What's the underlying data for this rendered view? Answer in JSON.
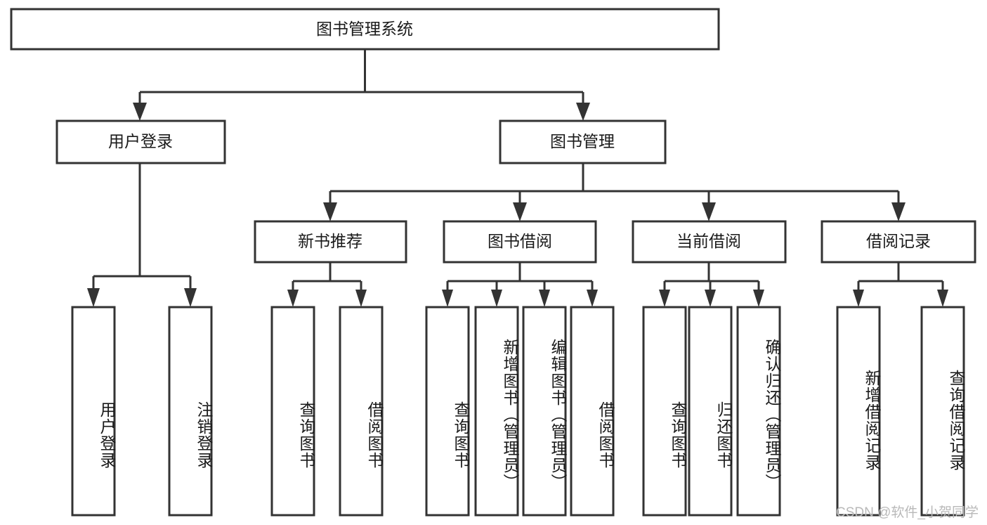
{
  "diagram": {
    "type": "tree-hierarchy",
    "title": "图书管理系统",
    "watermark": "CSDN @软件_小贺同学",
    "colors": {
      "box_stroke": "#333333",
      "box_fill": "#ffffff",
      "connector": "#333333",
      "text": "#1a1a1a",
      "watermark": "#b9b9b9",
      "background": "#ffffff"
    },
    "root": {
      "label": "图书管理系统",
      "orientation": "horizontal",
      "children": [
        {
          "label": "用户登录",
          "orientation": "horizontal",
          "children": [
            {
              "label": "用户登录",
              "orientation": "vertical",
              "children": []
            },
            {
              "label": "注销登录",
              "orientation": "vertical",
              "children": []
            }
          ]
        },
        {
          "label": "图书管理",
          "orientation": "horizontal",
          "children": [
            {
              "label": "新书推荐",
              "orientation": "horizontal",
              "children": [
                {
                  "label": "查询图书",
                  "orientation": "vertical",
                  "children": []
                },
                {
                  "label": "借阅图书",
                  "orientation": "vertical",
                  "children": []
                }
              ]
            },
            {
              "label": "图书借阅",
              "orientation": "horizontal",
              "children": [
                {
                  "label": "查询图书",
                  "orientation": "vertical",
                  "children": []
                },
                {
                  "label": "新增图书（管理员）",
                  "orientation": "vertical",
                  "children": []
                },
                {
                  "label": "编辑图书（管理员）",
                  "orientation": "vertical",
                  "children": []
                },
                {
                  "label": "借阅图书",
                  "orientation": "vertical",
                  "children": []
                }
              ]
            },
            {
              "label": "当前借阅",
              "orientation": "horizontal",
              "children": [
                {
                  "label": "查询图书",
                  "orientation": "vertical",
                  "children": []
                },
                {
                  "label": "归还图书",
                  "orientation": "vertical",
                  "children": []
                },
                {
                  "label": "确认归还（管理员）",
                  "orientation": "vertical",
                  "children": []
                }
              ]
            },
            {
              "label": "借阅记录",
              "orientation": "horizontal",
              "children": [
                {
                  "label": "新增借阅记录",
                  "orientation": "vertical",
                  "children": []
                },
                {
                  "label": "查询借阅记录",
                  "orientation": "vertical",
                  "children": []
                }
              ]
            }
          ]
        }
      ]
    },
    "nodes": {
      "root_title": "图书管理系统",
      "l1_user_login": "用户登录",
      "l1_book_mgmt": "图书管理",
      "l2_new_book_rec": "新书推荐",
      "l2_book_borrow": "图书借阅",
      "l2_current_borrow": "当前借阅",
      "l2_borrow_record": "借阅记录",
      "leaf_user_login": "用户登录",
      "leaf_logout": "注销登录",
      "leaf_rec_query_book": "查询图书",
      "leaf_rec_borrow_book": "借阅图书",
      "leaf_borrow_query_book": "查询图书",
      "leaf_borrow_add_book": "新增图书（管理员）",
      "leaf_borrow_edit_book": "编辑图书（管理员）",
      "leaf_borrow_borrow_book": "借阅图书",
      "leaf_cur_query_book": "查询图书",
      "leaf_cur_return_book": "归还图书",
      "leaf_cur_confirm_return": "确认归还（管理员）",
      "leaf_rec_add_record": "新增借阅记录",
      "leaf_rec_query_record": "查询借阅记录"
    }
  }
}
